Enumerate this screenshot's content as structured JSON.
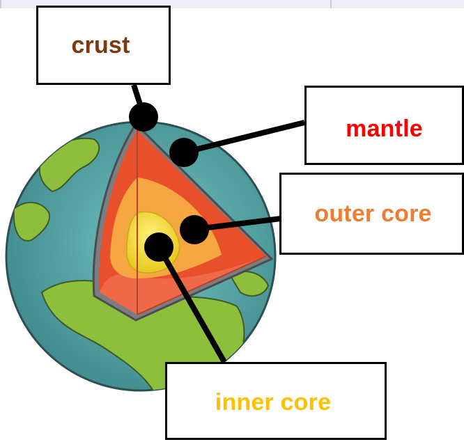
{
  "labels": {
    "crust": "crust",
    "mantle": "mantle",
    "outer_core": "outer core",
    "inner_core": "inner core"
  },
  "colors": {
    "crust_text": "#7b3a0f",
    "mantle_text": "#ff0000",
    "outer_core_text": "#ed7d31",
    "inner_core_text": "#ffc000",
    "ocean": "#4e9a9b",
    "land": "#8ebf3c",
    "mantle_fill": "#e8502b",
    "outer_core_fill": "#f6a640",
    "inner_core_fill": "#f7e03a"
  },
  "icons": {
    "pointer_dot": "circle"
  }
}
